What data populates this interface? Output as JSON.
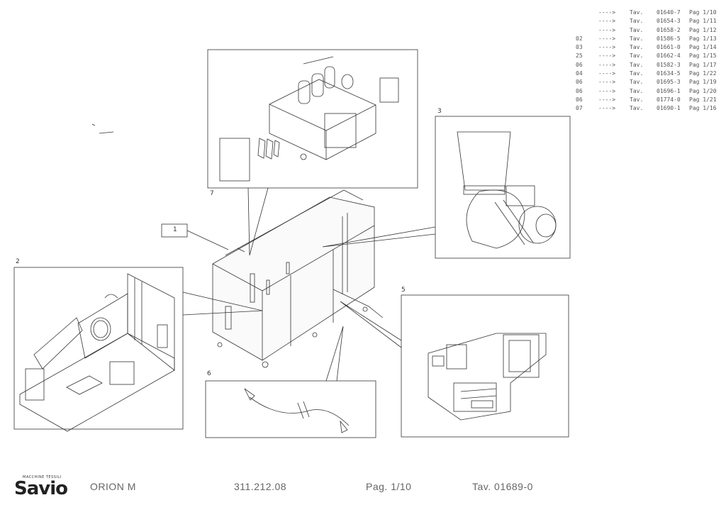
{
  "reference_table": [
    {
      "num": "",
      "arrow": "---->",
      "tav": "Tav.",
      "code": "01640-7",
      "pag": "Pag 1/10"
    },
    {
      "num": "",
      "arrow": "---->",
      "tav": "Tav.",
      "code": "01654-3",
      "pag": "Pag 1/11"
    },
    {
      "num": "",
      "arrow": "---->",
      "tav": "Tav.",
      "code": "01658-2",
      "pag": "Pag 1/12"
    },
    {
      "num": "02",
      "arrow": "---->",
      "tav": "Tav.",
      "code": "01586-5",
      "pag": "Pag 1/13"
    },
    {
      "num": "03",
      "arrow": "---->",
      "tav": "Tav.",
      "code": "01661-0",
      "pag": "Pag 1/14"
    },
    {
      "num": "25",
      "arrow": "---->",
      "tav": "Tav.",
      "code": "01662-4",
      "pag": "Pag 1/15"
    },
    {
      "num": "06",
      "arrow": "---->",
      "tav": "Tav.",
      "code": "01582-3",
      "pag": "Pag 1/17"
    },
    {
      "num": "04",
      "arrow": "---->",
      "tav": "Tav.",
      "code": "01634-5",
      "pag": "Pag 1/22"
    },
    {
      "num": "06",
      "arrow": "---->",
      "tav": "Tav.",
      "code": "01695-3",
      "pag": "Pag 1/19"
    },
    {
      "num": "06",
      "arrow": "---->",
      "tav": "Tav.",
      "code": "01696-1",
      "pag": "Pag 1/20"
    },
    {
      "num": "06",
      "arrow": "---->",
      "tav": "Tav.",
      "code": "01774-0",
      "pag": "Pag 1/21"
    },
    {
      "num": "07",
      "arrow": "---->",
      "tav": "Tav.",
      "code": "01690-1",
      "pag": "Pag 1/16"
    }
  ],
  "callouts": {
    "c1": "1",
    "c2": "2",
    "c3": "3",
    "c5": "5",
    "c6": "6",
    "c7": "7"
  },
  "footer": {
    "logo_tagline": "MACCHINE TESSILI",
    "logo_word": "Savio",
    "model": "ORION M",
    "drawing_number": "311.212.08",
    "page": "Pag. 1/10",
    "table_ref": "Tav. 01689-0"
  }
}
